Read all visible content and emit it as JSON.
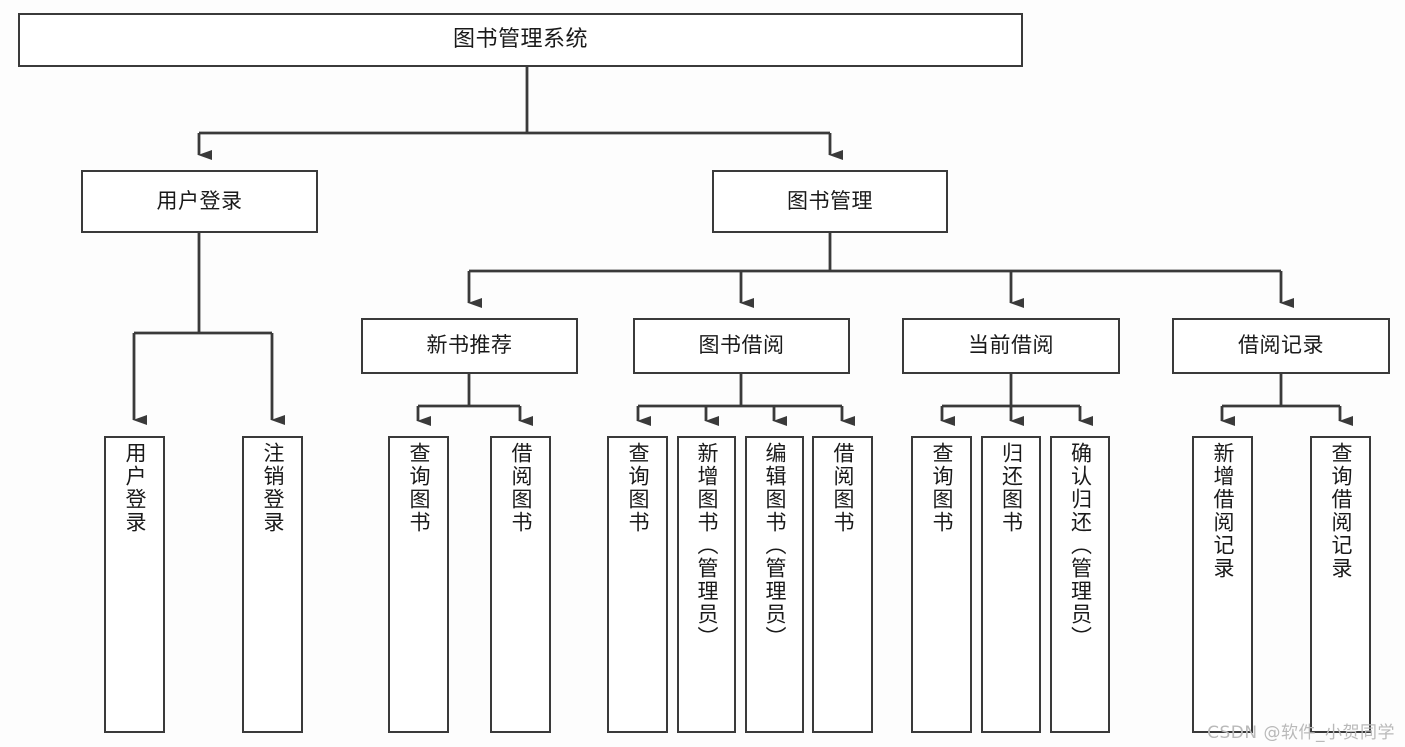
{
  "diagram": {
    "title": "图书管理系统",
    "type": "tree",
    "orientation": "top-down",
    "colors": {
      "box_stroke": "#3a3a3a",
      "box_fill": "#ffffff",
      "link_stroke": "#3a3a3a",
      "text": "#1a1a1a",
      "watermark": "#b9b9b9",
      "background": "#fdfdfd"
    },
    "root": {
      "id": "root",
      "label": "图书管理系统"
    },
    "level2": [
      {
        "id": "user-login",
        "label": "用户登录"
      },
      {
        "id": "book-manage",
        "label": "图书管理"
      }
    ],
    "level3": [
      {
        "id": "new-book-recommend",
        "label": "新书推荐"
      },
      {
        "id": "book-borrow",
        "label": "图书借阅"
      },
      {
        "id": "current-borrow",
        "label": "当前借阅"
      },
      {
        "id": "borrow-record",
        "label": "借阅记录"
      }
    ],
    "leaves": {
      "user-login": [
        {
          "id": "leaf-user-login",
          "label": "用户登录"
        },
        {
          "id": "leaf-logout",
          "label": "注销登录"
        }
      ],
      "new-book-recommend": [
        {
          "id": "leaf-query-book-1",
          "label": "查询图书"
        },
        {
          "id": "leaf-borrow-book-1",
          "label": "借阅图书"
        }
      ],
      "book-borrow": [
        {
          "id": "leaf-query-book-2",
          "label": "查询图书"
        },
        {
          "id": "leaf-add-book",
          "label": "新增图书（管理员）"
        },
        {
          "id": "leaf-edit-book",
          "label": "编辑图书（管理员）"
        },
        {
          "id": "leaf-borrow-book-2",
          "label": "借阅图书"
        }
      ],
      "current-borrow": [
        {
          "id": "leaf-query-book-3",
          "label": "查询图书"
        },
        {
          "id": "leaf-return-book",
          "label": "归还图书"
        },
        {
          "id": "leaf-confirm-return",
          "label": "确认归还（管理员）"
        }
      ],
      "borrow-record": [
        {
          "id": "leaf-add-record",
          "label": "新增借阅记录"
        },
        {
          "id": "leaf-query-record",
          "label": "查询借阅记录"
        }
      ]
    }
  },
  "watermark": {
    "text": "CSDN @软件_小贺同学"
  }
}
